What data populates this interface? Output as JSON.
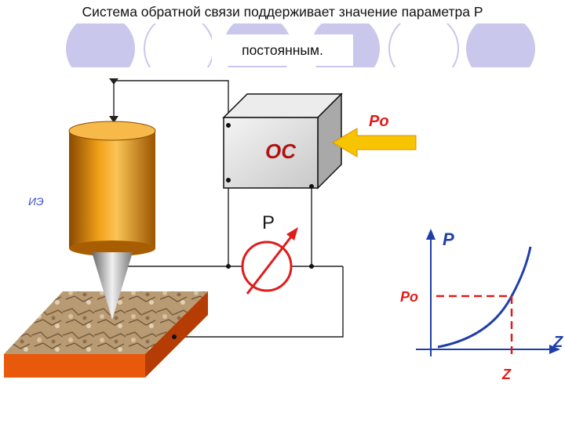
{
  "title_line1": "Система обратной связи поддерживает значение параметра P",
  "title_line2": "постоянным.",
  "labels": {
    "sensor": "ИЭ",
    "controller": "ОС",
    "setpoint": "Po",
    "meter": "P"
  },
  "graph": {
    "y_axis": "P",
    "x_axis": "Z",
    "y_marker": "Po",
    "x_marker": "Z"
  },
  "colors": {
    "axis_blue": "#1f3fa8",
    "marker_red": "#e11b1b",
    "cylinder_orange": "#e8900e",
    "base_orange": "#e8590c",
    "arrow_yellow": "#f6c400",
    "circle_lavender": "#c9c7ec"
  }
}
